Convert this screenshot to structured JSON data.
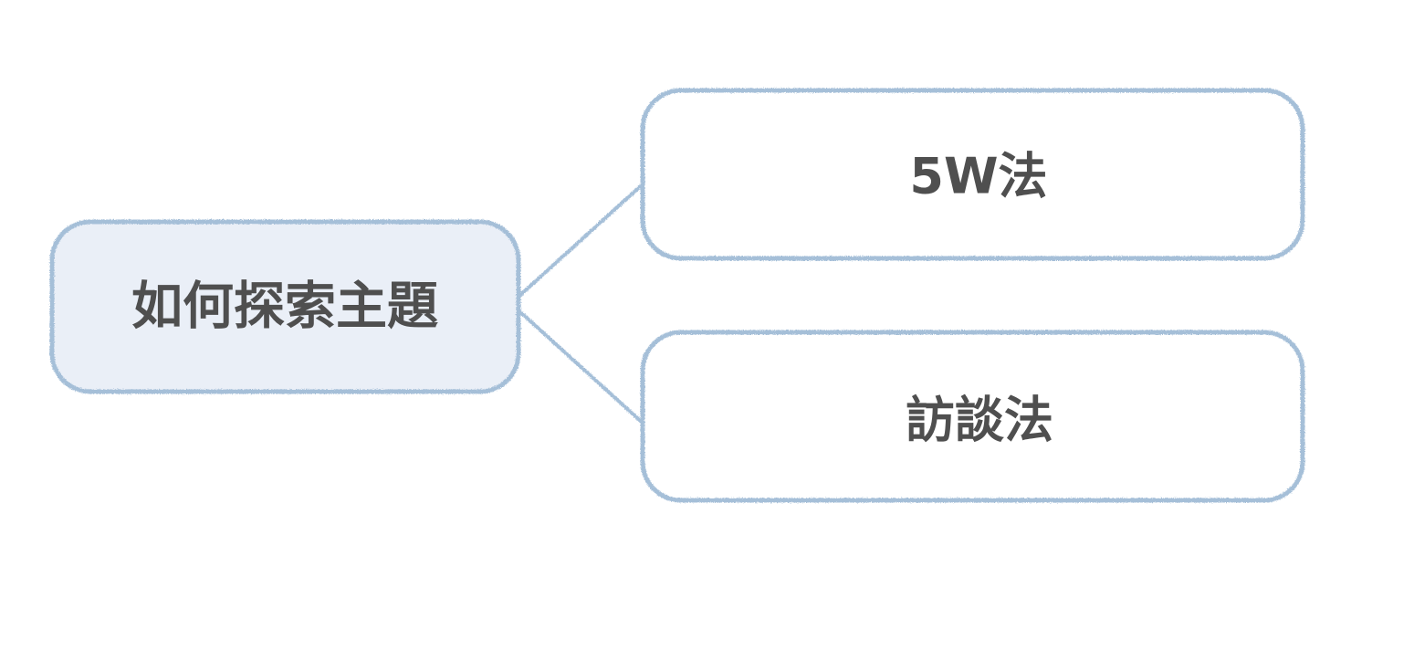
{
  "mindmap": {
    "root": {
      "label": "如何探索主題"
    },
    "children": [
      {
        "label": "5W法"
      },
      {
        "label": "訪談法"
      }
    ]
  },
  "colors": {
    "background": "#ffffff",
    "node_border": "#a5bfd8",
    "root_fill": "#eaeff7",
    "child_fill": "#ffffff",
    "connector": "#a5bfd8",
    "text": "#4f4f4f"
  }
}
